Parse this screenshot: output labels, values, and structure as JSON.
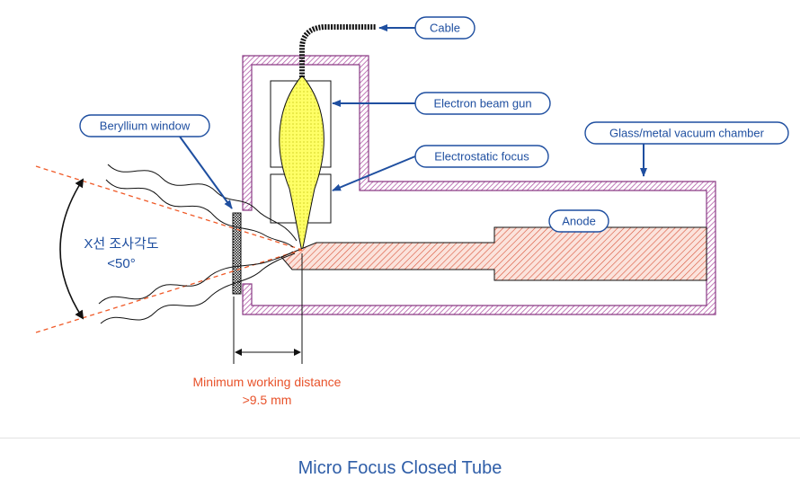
{
  "labels": {
    "cable": "Cable",
    "gun": "Electron beam gun",
    "beryllium": "Beryllium window",
    "chamber": "Glass/metal vacuum chamber",
    "focus": "Electrostatic focus",
    "anode": "Anode",
    "angle_line1": "X선 조사각도",
    "angle_line2": "<50°",
    "distance_line1": "Minimum working distance",
    "distance_line2": ">9.5 mm"
  },
  "caption": "Micro Focus Closed Tube",
  "colors": {
    "label_text": "#1f4fa0",
    "arrow": "#1f4fa0",
    "chamber_wall": "#b35aa8",
    "anode_hatch": "#d9543a",
    "electron_beam": "#ffff66",
    "dashed_beam": "#f05a28",
    "distance_text": "#e8522a",
    "caption_text": "#2f5ea8"
  }
}
